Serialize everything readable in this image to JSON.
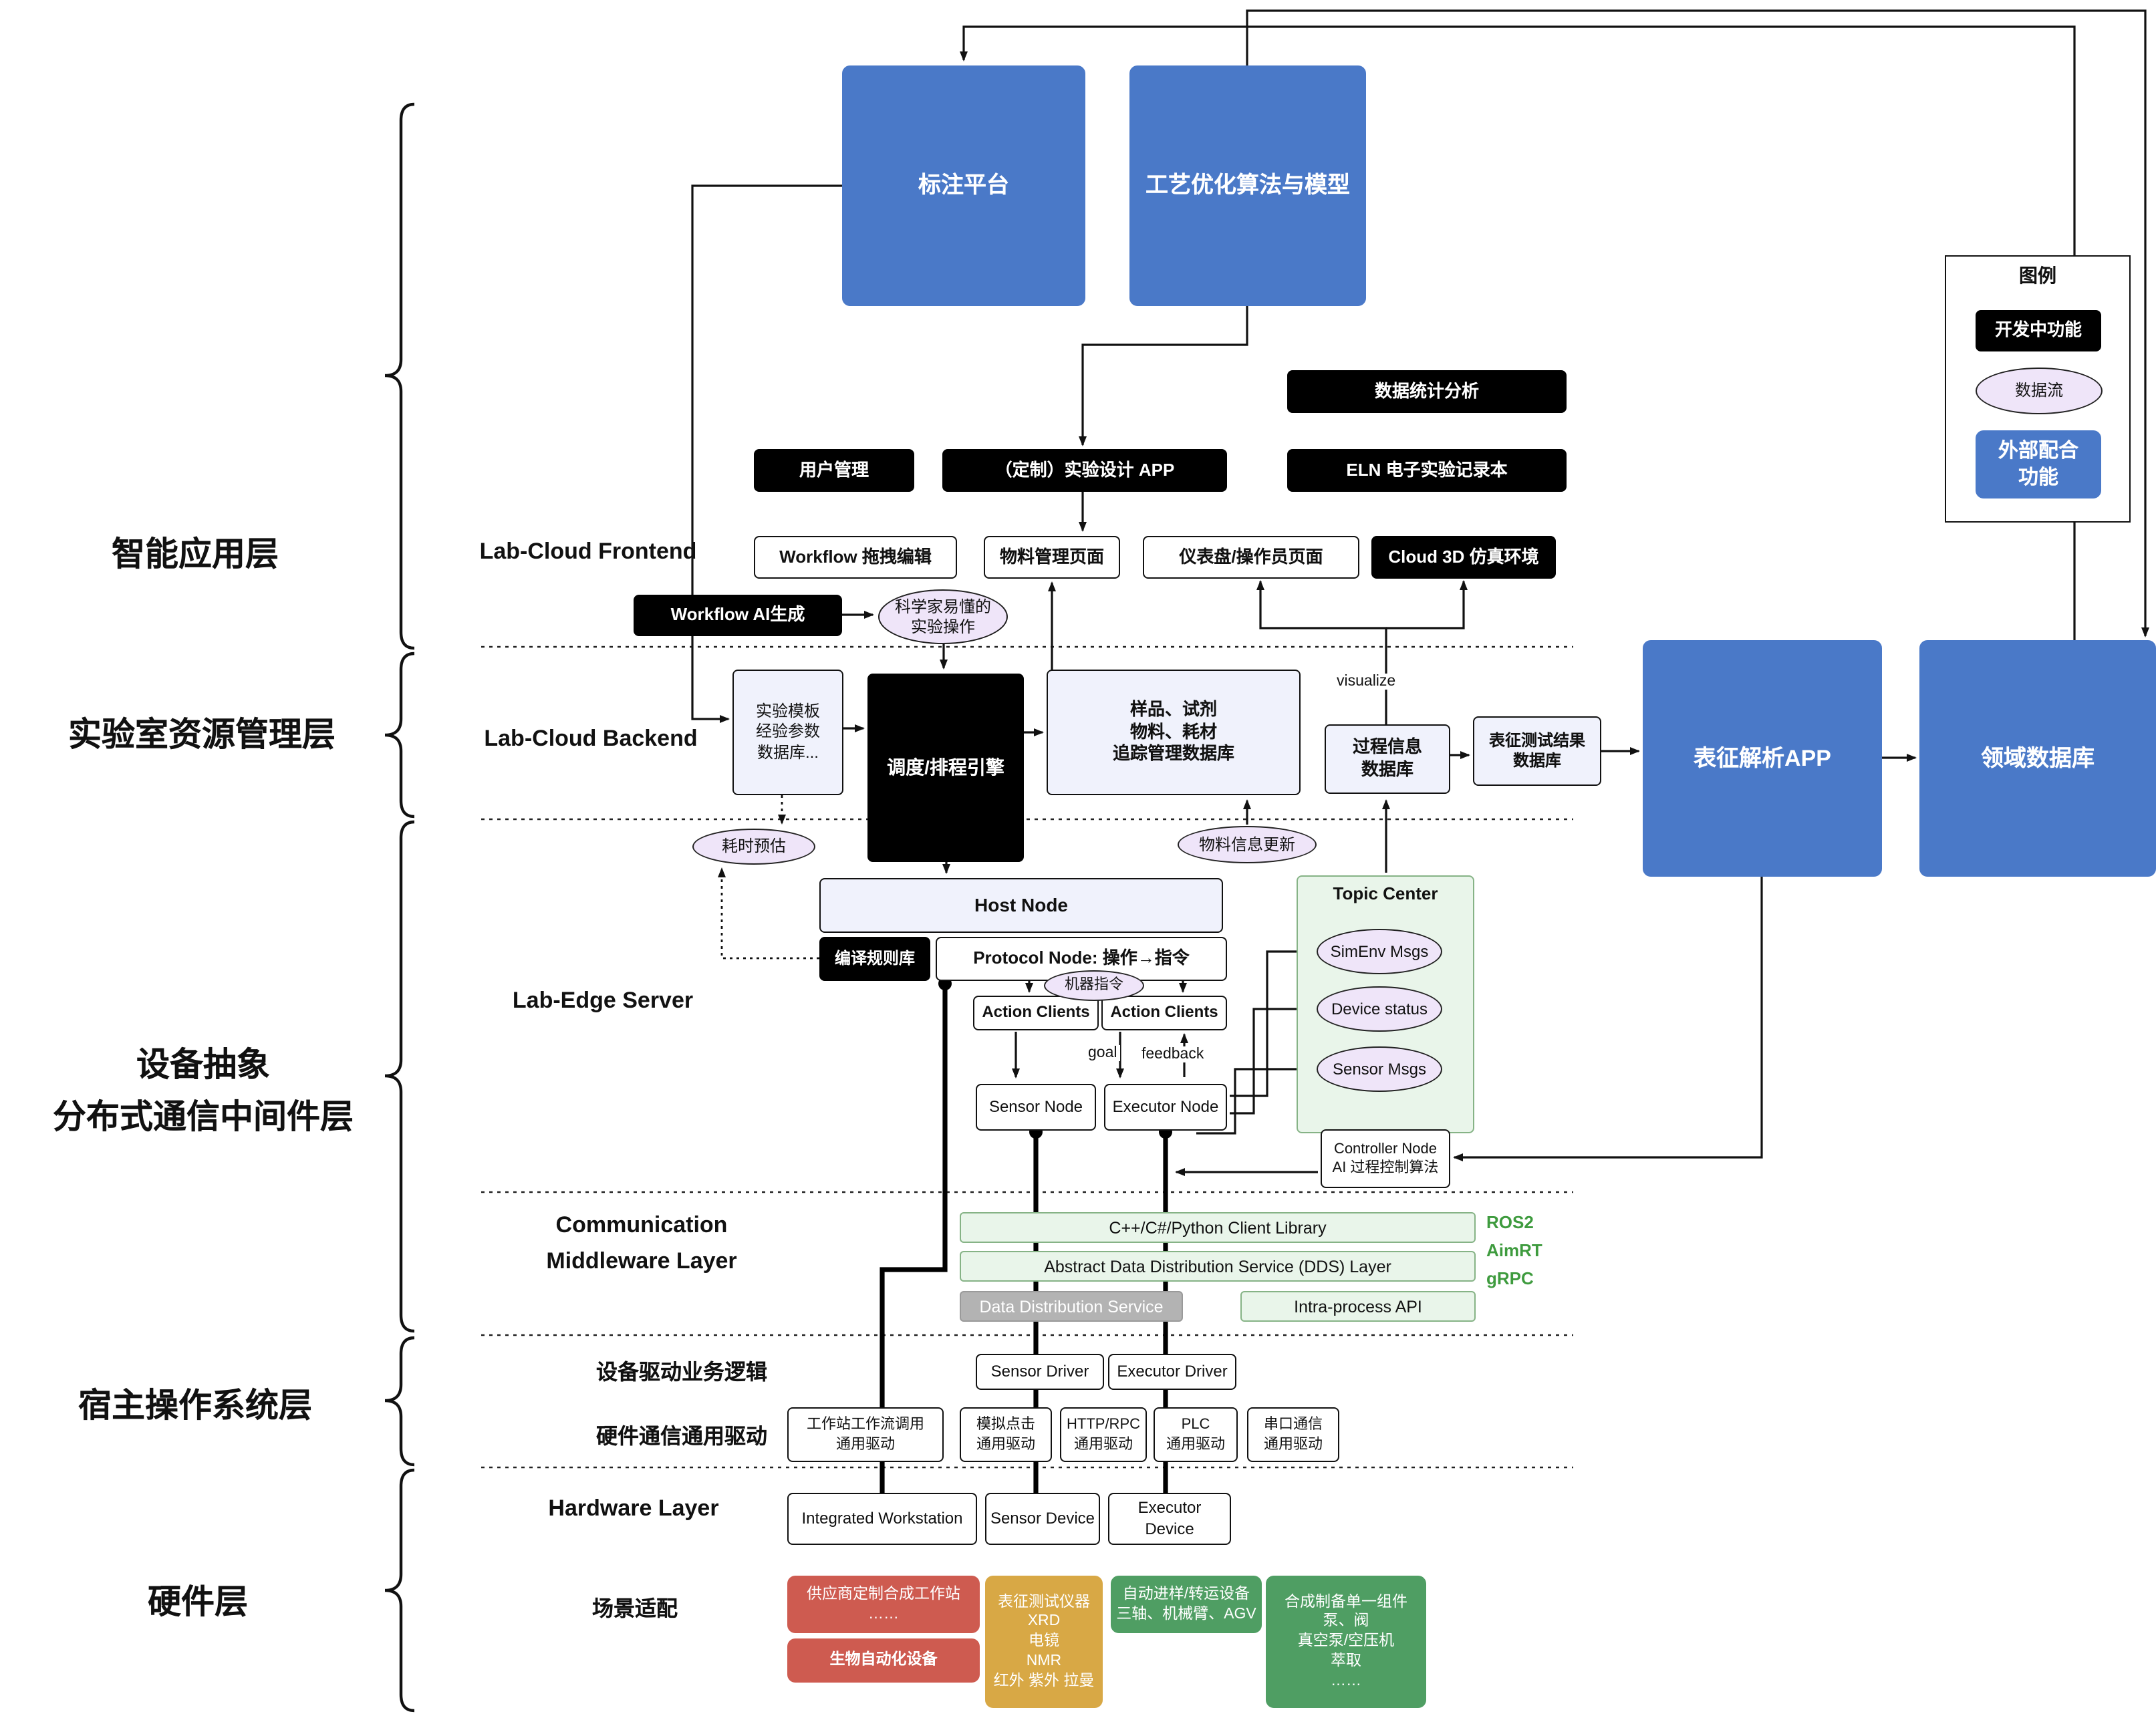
{
  "colors": {
    "external_blue": "#4A79C8",
    "developing_black": "#000000",
    "dataflow_purple": "#EFE5F9",
    "middleware_green_bg": "#E9F5EA",
    "disabled_gray": "#B3B3B3",
    "hardware_red": "#CE5B50",
    "hardware_gold": "#D8A845",
    "hardware_green": "#4F9E63",
    "framework_text_green": "#3E9B3E"
  },
  "layer_labels": {
    "app": "智能应用层",
    "resource": "实验室资源管理层",
    "middleware_line1": "设备抽象",
    "middleware_line2": "分布式通信中间件层",
    "host_os": "宿主操作系统层",
    "hardware": "硬件层"
  },
  "legend": {
    "title": "图例",
    "developing": "开发中功能",
    "dataflow": "数据流",
    "external": "外部配合\n功能"
  },
  "top": {
    "annotation_platform": "标注平台",
    "process_optimization": "工艺优化算法与模型"
  },
  "app_layer": {
    "stats_analysis": "数据统计分析",
    "user_mgmt": "用户管理",
    "custom_design_app": "（定制）实验设计 APP",
    "eln": "ELN 电子实验记录本",
    "frontend_label": "Lab-Cloud Frontend",
    "workflow_editor": "Workflow 拖拽编辑",
    "material_page": "物料管理页面",
    "dashboard_page": "仪表盘/操作员页面",
    "cloud_3d": "Cloud 3D 仿真环境",
    "workflow_ai": "Workflow AI生成",
    "scientist_ops": "科学家易懂的\n实验操作"
  },
  "backend": {
    "label": "Lab-Cloud Backend",
    "template_db": "实验模板\n经验参数\n数据库...",
    "scheduler": "调度/排程引擎",
    "material_db": "样品、试剂\n物料、耗材\n追踪管理数据库",
    "visualize": "visualize",
    "process_db": "过程信息\n数据库",
    "result_db": "表征测试结果\n数据库",
    "charact_app": "表征解析APP",
    "domain_db": "领域数据库"
  },
  "edge": {
    "label": "Lab-Edge Server",
    "time_estimate": "耗时预估",
    "material_update": "物料信息更新",
    "host_node": "Host Node",
    "rule_lib": "编译规则库",
    "protocol_node": "Protocol Node: 操作→指令",
    "machine_cmd": "机器指令",
    "action_clients_1": "Action Clients",
    "action_clients_2": "Action Clients",
    "topic_center": "Topic Center",
    "simenv_msgs": "SimEnv Msgs",
    "device_status": "Device status",
    "sensor_msgs": "Sensor Msgs",
    "sensor_node": "Sensor Node",
    "executor_node": "Executor Node",
    "goal": "goal",
    "feedback": "feedback",
    "controller_node": "Controller Node\nAI 过程控制算法"
  },
  "comm": {
    "label_line1": "Communication",
    "label_line2": "Middleware Layer",
    "client_lib": "C++/C#/Python Client Library",
    "dds_layer": "Abstract Data Distribution Service (DDS) Layer",
    "dds_service": "Data Distribution Service",
    "intra_api": "Intra-process API",
    "frameworks": [
      "ROS2",
      "AimRT",
      "gRPC"
    ]
  },
  "host_os": {
    "driver_logic_label": "设备驱动业务逻辑",
    "sensor_driver": "Sensor Driver",
    "executor_driver": "Executor Driver",
    "hw_comm_label": "硬件通信通用驱动",
    "workstation_driver": "工作站工作流调用\n通用驱动",
    "click_driver": "模拟点击\n通用驱动",
    "http_driver": "HTTP/RPC\n通用驱动",
    "plc_driver": "PLC\n通用驱动",
    "serial_driver": "串口通信\n通用驱动"
  },
  "hardware": {
    "label": "Hardware Layer",
    "workstation": "Integrated Workstation",
    "sensor_device": "Sensor Device",
    "executor_device": "Executor Device"
  },
  "scene": {
    "label": "场景适配",
    "vendor_ws": "供应商定制合成工作站\n……",
    "bio_auto": "生物自动化设备",
    "charact_inst": "表征测试仪器\nXRD\n电镜\nNMR\n红外 紫外 拉曼",
    "transfer": "自动进样/转运设备\n三轴、机械臂、AGV",
    "synth_comp": "合成制备单一组件\n泵、阀\n真空泵/空压机\n萃取\n……"
  }
}
